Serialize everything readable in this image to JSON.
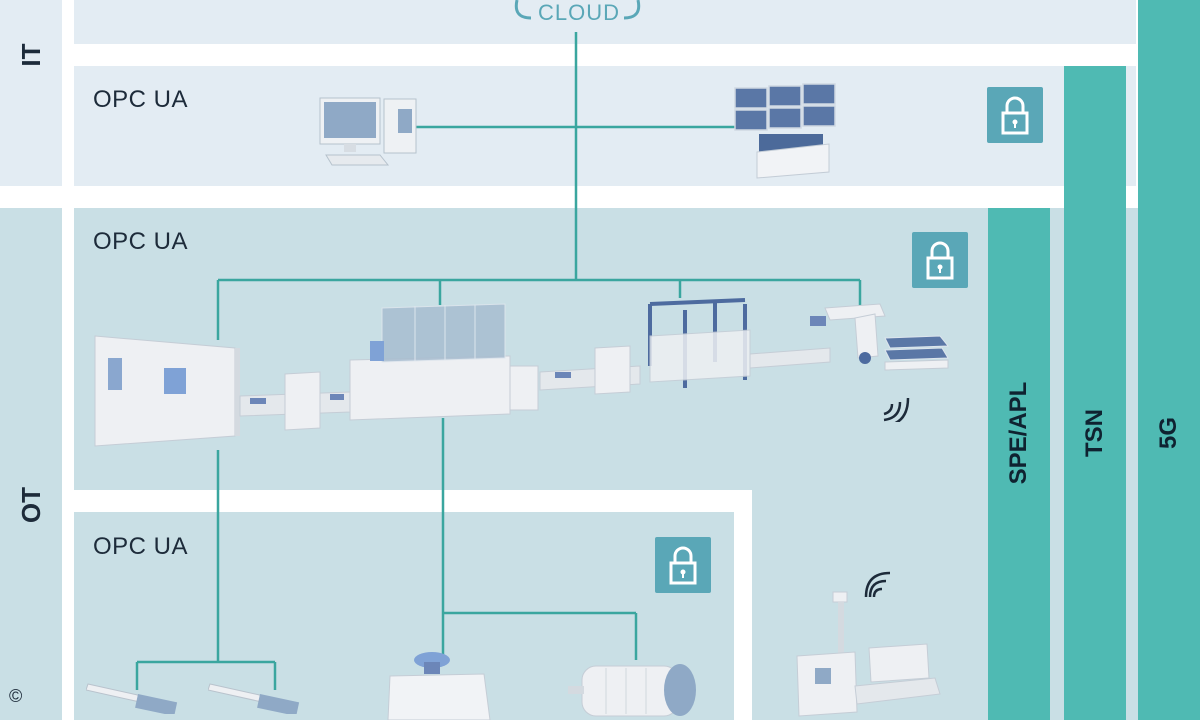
{
  "zones": {
    "it_label": "IT",
    "ot_label": "OT"
  },
  "cloud": {
    "label": "CLOUD"
  },
  "layers": {
    "it_opc": "OPC UA",
    "ot_opc": "OPC UA",
    "field_opc": "OPC UA"
  },
  "networks": {
    "spe_apl": "SPE/APL",
    "tsn": "TSN",
    "fiveg": "5G"
  },
  "footer": {
    "copyright": "©"
  },
  "colors": {
    "teal_bar": "#4fbab3",
    "lock": "#5aa7b7",
    "line": "#3aa69f",
    "it_band": "#e3ecf3",
    "ot_band": "#c9dfe5"
  },
  "icons": {
    "lock": "lock-icon",
    "wireless": "wireless-signal-icon",
    "computer": "desktop-computer-icon",
    "monitor_wall": "control-room-monitors-icon"
  }
}
